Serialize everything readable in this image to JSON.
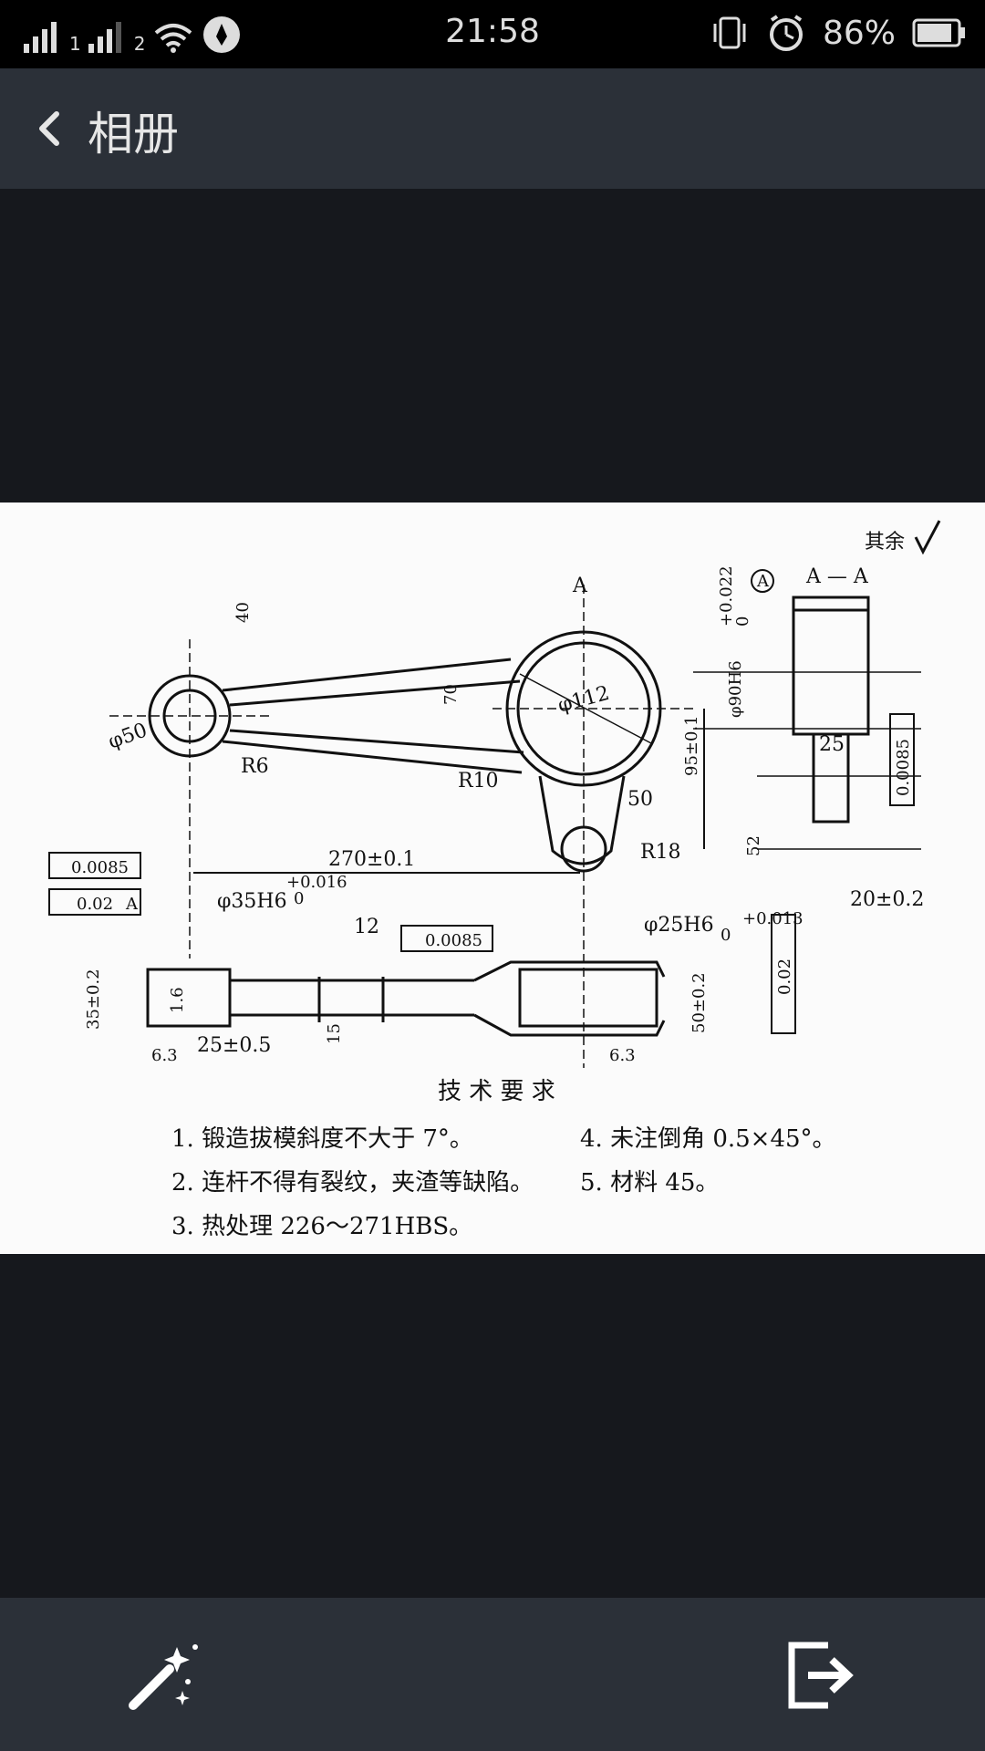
{
  "status_bar": {
    "sim1": "1",
    "sim2": "2",
    "time": "21:58",
    "battery": "86%"
  },
  "top_bar": {
    "title": "相册"
  },
  "drawing": {
    "surface_label": "其余",
    "section_label": "A — A",
    "datum_a": "A",
    "dims": {
      "d40": "40",
      "d70": "70",
      "phi112": "φ112",
      "phi50": "φ50",
      "r6": "R6",
      "r10": "R10",
      "r18": "R18",
      "d50": "50",
      "d95": "95±0.1",
      "d270": "270±0.1",
      "tol1": "0.0085",
      "tol2": "0.02",
      "tol2_ref": "A",
      "phi35": "φ35H6",
      "phi35_tol_up": "+0.016",
      "phi35_tol_lo": "0",
      "d12": "12",
      "d15": "15",
      "d35": "35±0.2",
      "d25_05": "25±0.5",
      "d16": "1.6",
      "d63": "6.3",
      "tol3": "0.0085",
      "phi25": "φ25H6",
      "phi25_tol_up": "+0.013",
      "phi25_tol_lo": "0",
      "d50_02": "50±0.2",
      "phi90": "φ90H6",
      "phi90_tol_up": "+0.022",
      "phi90_tol_lo": "0",
      "d25": "25",
      "d52": "52",
      "d20": "20±0.2",
      "tol4": "0.0085",
      "tol5": "0.02"
    },
    "requirements_title": "技 术 要 求",
    "requirements": [
      "1. 锻造拔模斜度不大于 7°。",
      "2. 连杆不得有裂纹，夹渣等缺陷。",
      "3. 热处理 226～271HBS。",
      "4. 未注倒角 0.5×45°。",
      "5. 材料 45。"
    ]
  },
  "bottom_bar": {
    "edit_icon": "magic-wand-icon",
    "share_icon": "export-icon"
  }
}
